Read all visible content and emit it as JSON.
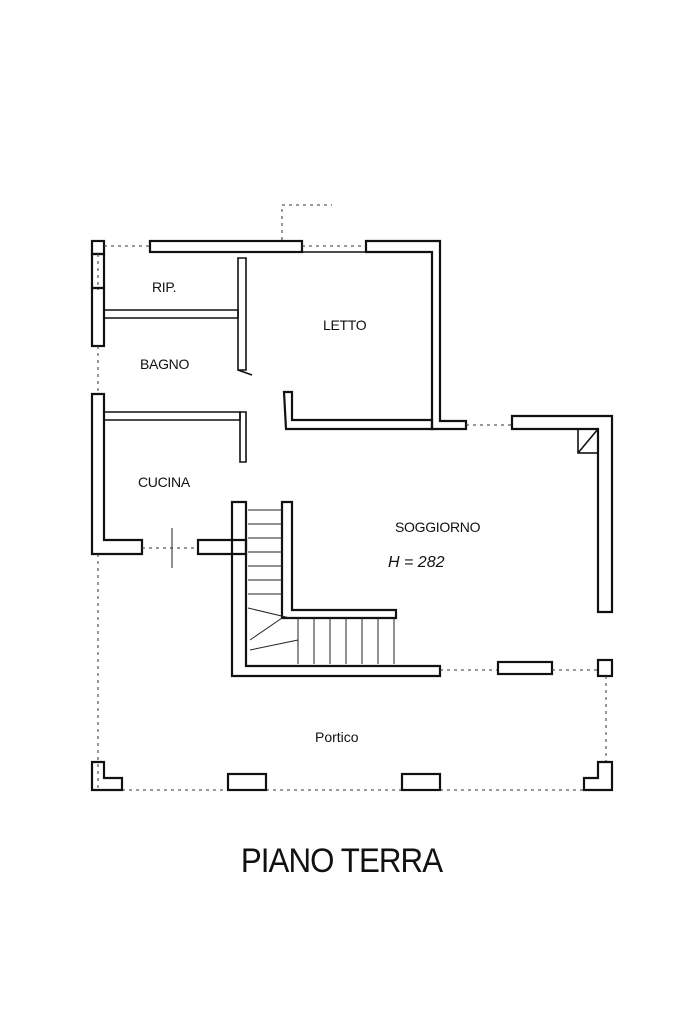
{
  "plan": {
    "title": "PIANO TERRA",
    "rooms": {
      "ripostiglio": "RIP.",
      "letto": "LETTO",
      "bagno": "BAGNO",
      "cucina": "CUCINA",
      "soggiorno": "SOGGIORNO",
      "portico": "Portico"
    },
    "height_note": "H = 282"
  }
}
